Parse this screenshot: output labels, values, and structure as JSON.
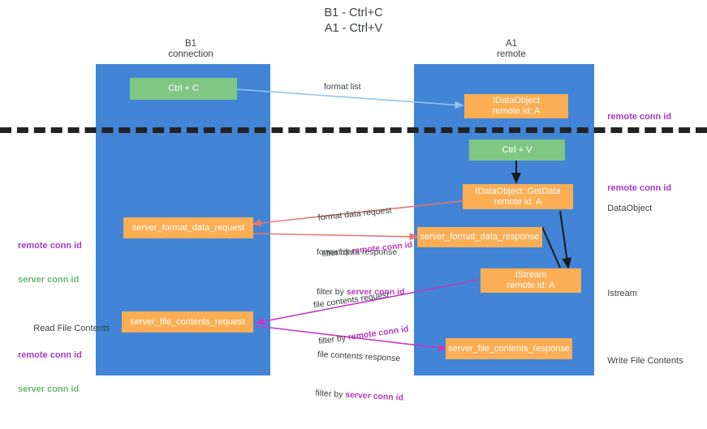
{
  "title": "B1 - Ctrl+C\nA1 - Ctrl+V",
  "lanes": [
    {
      "name": "left-lane",
      "title": "B1\nconnection"
    },
    {
      "name": "right-lane",
      "title": "A1\nremote"
    }
  ],
  "nodes": {
    "ctrl_c": "Ctrl + C",
    "ctrl_v": "Ctrl + V",
    "idataobject": "IDataObject\nremote id: A",
    "idataobject_getdata": "IDataObject::GetData\nremote id: A",
    "istream": "IStream\nremote id: A",
    "server_format_data_request": "server_format_data_request",
    "server_format_data_response": "server_format_data_response",
    "server_file_contents_request": "server_file_contents_request",
    "server_file_contents_response": "server_file_contents_response"
  },
  "edges": {
    "format_list": "format list",
    "format_data_request": "format data request",
    "format_data_request_filter_prefix": "filter by ",
    "format_data_request_filter_key": "remote conn id",
    "format_data_response": "format data response",
    "format_data_response_filter_prefix": "filter by ",
    "format_data_response_filter_key": "server conn id",
    "file_contents_request": "file contents request",
    "file_contents_request_filter_prefix": "filter by ",
    "file_contents_request_filter_key": "remote conn id",
    "file_contents_response": "file contents response",
    "file_contents_response_filter_prefix": "filter by ",
    "file_contents_response_filter_key": "server conn id"
  },
  "annotations": {
    "right_remote_conn_id_top": "remote conn id",
    "right_remote_conn_id_mid": "remote conn id",
    "right_dataobject": "DataObject",
    "right_istream": "Istream",
    "right_write_file_contents": "Write File Contents",
    "left_remote_conn_id": "remote conn id",
    "left_server_conn_id": "server conn id",
    "left_read_file_contents": "Read File Contents",
    "left_remote_conn_id_2": "remote conn id",
    "left_server_conn_id_2": "server conn id"
  },
  "colors": {
    "lane": "#4285d6",
    "green_node": "#80c784",
    "orange_node": "#fbae54",
    "purple": "#a23cc8",
    "green_text": "#63ba6c",
    "arrow_blue": "#8ec5f0",
    "arrow_red": "#e8776b",
    "arrow_magenta": "#c23bc2",
    "arrow_black": "#222222",
    "text": "#3c4043"
  }
}
